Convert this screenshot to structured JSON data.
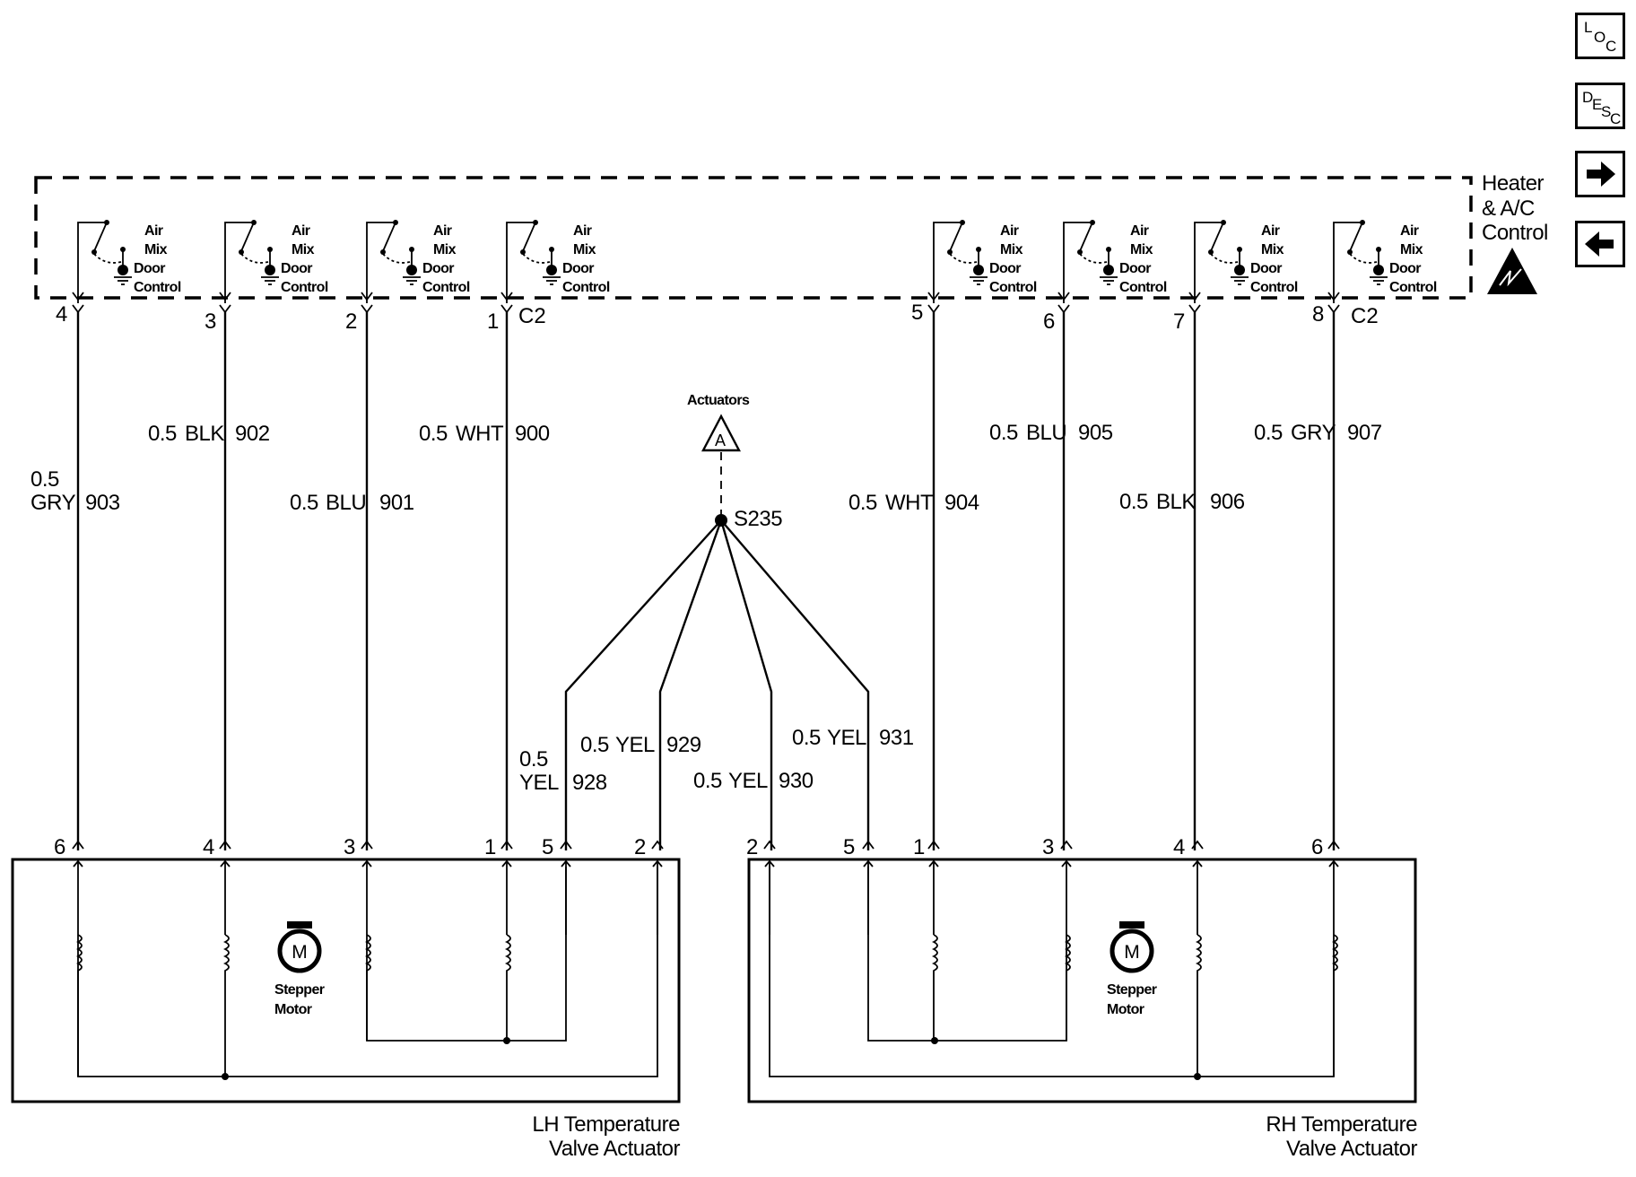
{
  "module": {
    "title_lines": [
      "Heater",
      "& A/C",
      "Control"
    ],
    "connector": "C2"
  },
  "switch_label_lines": [
    "Air",
    "Mix",
    "Door",
    "Control"
  ],
  "module_pins": [
    "4",
    "3",
    "2",
    "1",
    "5",
    "6",
    "7",
    "8"
  ],
  "wires": [
    {
      "size": "0.5",
      "color": "GRY",
      "circuit": "903"
    },
    {
      "size": "0.5",
      "color": "BLK",
      "circuit": "902"
    },
    {
      "size": "0.5",
      "color": "BLU",
      "circuit": "901"
    },
    {
      "size": "0.5",
      "color": "WHT",
      "circuit": "900"
    },
    {
      "size": "0.5",
      "color": "WHT",
      "circuit": "904"
    },
    {
      "size": "0.5",
      "color": "BLU",
      "circuit": "905"
    },
    {
      "size": "0.5",
      "color": "BLK",
      "circuit": "906"
    },
    {
      "size": "0.5",
      "color": "GRY",
      "circuit": "907"
    }
  ],
  "splice": {
    "name": "S235",
    "ref_label": "Actuators",
    "ref_letter": "A"
  },
  "yellow_wires": [
    {
      "size": "0.5",
      "color": "YEL",
      "circuit": "928"
    },
    {
      "size": "0.5",
      "color": "YEL",
      "circuit": "929"
    },
    {
      "size": "0.5",
      "color": "YEL",
      "circuit": "930"
    },
    {
      "size": "0.5",
      "color": "YEL",
      "circuit": "931"
    }
  ],
  "lh_actuator": {
    "title_lines": [
      "LH Temperature",
      "Valve Actuator"
    ],
    "pins": [
      "6",
      "4",
      "3",
      "1",
      "5",
      "2"
    ],
    "motor_symbol": "M",
    "motor_label_lines": [
      "Stepper",
      "Motor"
    ]
  },
  "rh_actuator": {
    "title_lines": [
      "RH Temperature",
      "Valve Actuator"
    ],
    "pins": [
      "2",
      "5",
      "1",
      "3",
      "4",
      "6"
    ],
    "motor_symbol": "M",
    "motor_label_lines": [
      "Stepper",
      "Motor"
    ]
  },
  "nav": {
    "loc": {
      "main": "L",
      "sub1": "O",
      "sub2": "C"
    },
    "desc": {
      "main": "D",
      "sub1": "E",
      "sub2": "S",
      "sub3": "C"
    }
  }
}
